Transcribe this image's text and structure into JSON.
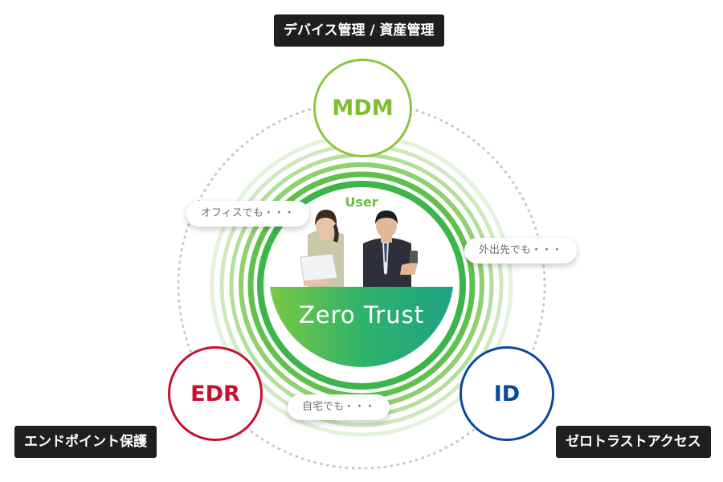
{
  "title_box": "デバイス管理 / 資産管理",
  "left_box": "エンドポイント保護",
  "right_box": "ゼロトラストアクセス",
  "nodes": {
    "mdm": "MDM",
    "edr": "EDR",
    "id": "ID"
  },
  "center": {
    "user_label": "User",
    "zero_trust": "Zero Trust"
  },
  "pills": {
    "office": "オフィスでも・・・",
    "outside": "外出先でも・・・",
    "home": "自宅でも・・・"
  },
  "colors": {
    "mdm": "#8cc63f",
    "edr": "#c8102e",
    "id": "#0a4a9a",
    "ring_green": "#3cb54a",
    "label_bg": "#1f1f1f"
  }
}
